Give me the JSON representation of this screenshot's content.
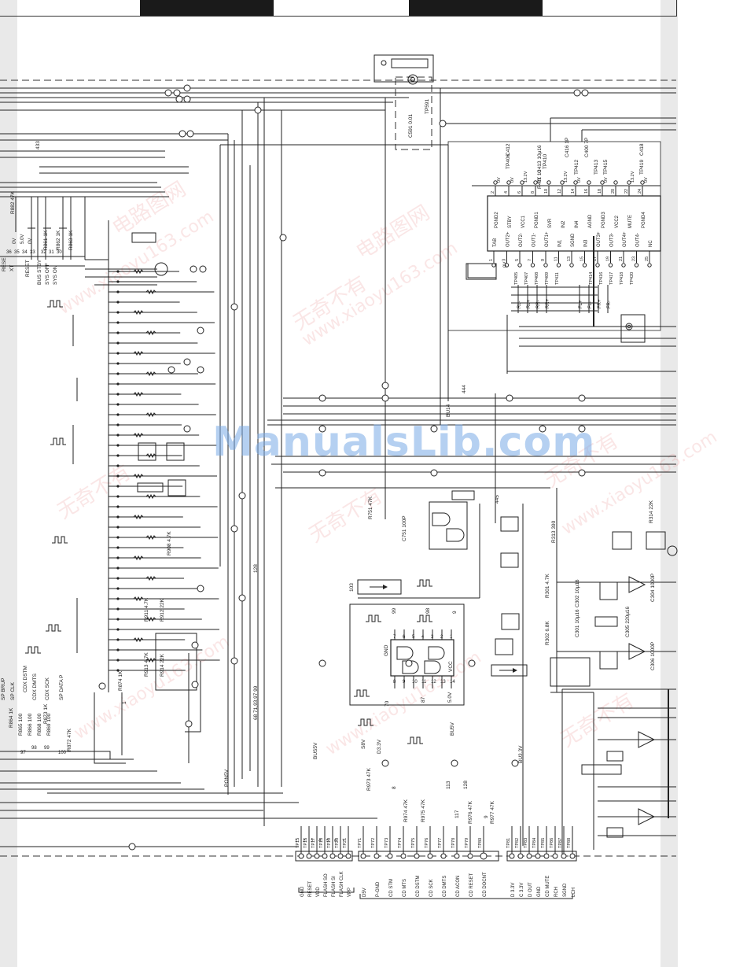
{
  "watermarks": {
    "main": "ManualsLib.com",
    "site": "www.xiaoyu163.com",
    "cn_a": "无奇不有",
    "cn_b": "电路图网"
  },
  "amp_ic": {
    "left_pins": [
      "PGND2",
      "STBY",
      "VCC1",
      "PGND1",
      "SVR",
      "IN2",
      "IN4",
      "AGND",
      "PGND3",
      "VCC2",
      "MUTE",
      "PGND4"
    ],
    "top_pins_num": [
      "2",
      "4",
      "6",
      "8",
      "10",
      "12",
      "14",
      "16",
      "18",
      "20",
      "22",
      "24"
    ],
    "bottom_pins": [
      "TAB",
      "OUT2+",
      "OUT2-",
      "OUT1-",
      "OUT1+",
      "IN1",
      "SGND",
      "IN3",
      "OUT3+",
      "OUT3-",
      "OUT4+",
      "OUT4-",
      "NC"
    ],
    "bottom_pins_num": [
      "1",
      "3",
      "5",
      "7",
      "9",
      "11",
      "13",
      "15",
      "17",
      "19",
      "21",
      "23",
      "25"
    ],
    "voltages_top": [
      "0V",
      "0V",
      "13.2V",
      "0V",
      "13.2V",
      "0V",
      "0V",
      "13.2V",
      "0V"
    ],
    "voltage_bottom": "0V",
    "out_labels": [
      "RL-",
      "RL+",
      "RR-",
      "RR+",
      "FL+",
      "FL-",
      "FR+",
      "FR-"
    ],
    "tp_bottom": [
      "TP405",
      "TP407",
      "TP408",
      "TP409",
      "TP411",
      "TP414",
      "TP416",
      "TP417",
      "TP418",
      "TP420"
    ]
  },
  "parts": {
    "r882": "R882 47K",
    "tp_labels_top": [
      "TP406",
      "TP410",
      "TP412",
      "TP413",
      "TP415",
      "TP419",
      "TP591"
    ],
    "cap_labels": [
      "C412",
      "C413 10μ16",
      "C416 1P",
      "C400 7P",
      "C418",
      "C591 0.01"
    ],
    "r411": "R411 10",
    "r751": "R751 47K",
    "c751": "C751 100P",
    "r313": "R313 390",
    "r314": "R314 22K",
    "r301": "R301 4.7K",
    "r302": "R302 6.8K",
    "c301": "C301 10μ16",
    "c302": "C302 10μ16",
    "c304": "C304 1000P",
    "c305": "C305 220μ16",
    "c306": "C306 1000P",
    "r908": "R908 4.7K",
    "r911": "R911 4.7K",
    "r912": "R912 22K",
    "r913": "R913 4.7K",
    "r914": "R914 22K",
    "r874": "R874 1K",
    "r873": "R873 1K",
    "r872": "R872 47K",
    "r973": "R973 47K",
    "r974": "R974 47K",
    "r975": "R975 47K",
    "r976": "R976 47K",
    "r977": "R977 47K",
    "r866": "R866 100",
    "r865": "R865 100",
    "r869": "R869 100",
    "r868": "R868 100",
    "r864": "R864 1K"
  },
  "left_signals": {
    "rese": "RESE",
    "xt": "XT",
    "reset": "RESET",
    "bus_stby": "BUS STBY",
    "sys_off": "SYS OFF",
    "sys_on": "SYS ON",
    "pins": [
      "36",
      "35",
      "34",
      "33",
      "32",
      "31",
      "30"
    ],
    "volt": [
      "0V",
      "5.0V",
      "0V"
    ],
    "r861": "R861 1K",
    "r862": "R862 1K",
    "r863": "R863 1K",
    "left_vert": [
      "SP BRUP",
      "SP CLK",
      "CDX DSTM",
      "CDX DMTS",
      "CDX SCK",
      "SP DATA P"
    ],
    "pin_433": "433"
  },
  "gate_ic": {
    "pins_top": [
      "7",
      "6",
      "5",
      "4",
      "3",
      "2",
      "1"
    ],
    "pins_bottom": [
      "8",
      "9",
      "10",
      "11",
      "12",
      "13",
      "14"
    ],
    "gnd": "GND",
    "vcc": "VCC",
    "labels_top": [
      "99",
      "98",
      "9"
    ],
    "bu5v": "BU5V",
    "v50": "5.0V",
    "n70": "70",
    "n87": "87"
  },
  "connector": {
    "group1": [
      "GND",
      "RESET",
      "VDD",
      "FLASH SO",
      "FLASH SI",
      "FLASH CLK",
      "VPP"
    ],
    "group1_tp": [
      "TP15",
      "TP16",
      "TP17",
      "TP18",
      "TP19",
      "TP20",
      "TP21"
    ],
    "group1_num": [
      "1",
      "2",
      "3",
      "4",
      "5",
      "6",
      "7"
    ],
    "group2": [
      "D5V",
      "P-GND",
      "CD STM",
      "CD MTS",
      "CD DSTM",
      "CD SCK",
      "CD DMTS",
      "CD ACON",
      "CD RESET",
      "CD DOCNT"
    ],
    "group2_tp": [
      "TP71",
      "TP72",
      "TP73",
      "TP74",
      "TP75",
      "TP76",
      "TP77",
      "TP78",
      "TP79",
      "TP80"
    ],
    "group3": [
      "D 3.3V",
      "C 3.3V",
      "D OUT",
      "GND",
      "CD MUTE",
      "RCH",
      "SGND",
      "LCH"
    ],
    "group3_tp": [
      "TP81",
      "TP82",
      "TP83",
      "TP84",
      "TP85",
      "TP86",
      "TP87",
      "TP88"
    ]
  },
  "net_labels": {
    "bu14": "BU14",
    "s8v": "S8V",
    "d33v": "D3.3V",
    "bus5v": "BUS5V",
    "bu33v": "BU3.3V",
    "pon5v": "PON5V",
    "n444": "444",
    "n445": "445",
    "n128": "128",
    "n103": "103",
    "n1": "1",
    "list_97": "68 71,93,97 99",
    "n98": "98",
    "n99": "99",
    "n97": "97",
    "n100": "100",
    "n113": "113",
    "n117": "117",
    "n128b": "128",
    "n8": "8",
    "n9": "9"
  }
}
